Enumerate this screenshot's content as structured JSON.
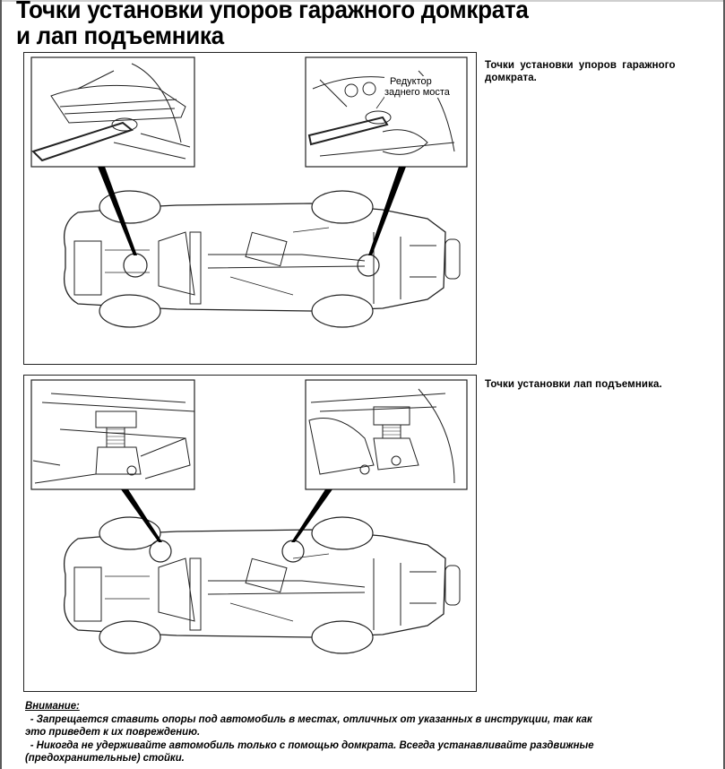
{
  "document": {
    "title_line1": "Точки установки упоров гаражного домкрата",
    "title_line2": "и лап подъемника"
  },
  "sections": [
    {
      "caption": "Точки установки упоров гаражного домкрата.",
      "figure": {
        "callout_label_line1": "Редуктор",
        "callout_label_line2": "заднего моста"
      }
    },
    {
      "caption": "Точки установки лап подъемника."
    }
  ],
  "warning": {
    "heading": "Внимание:",
    "items": [
      {
        "line1": "- Запрещается ставить опоры под автомобиль в местах, отличных от указанных в инструкции, так как",
        "line2": "это приведет к их повреждению."
      },
      {
        "line1": "- Никогда не удерживайте автомобиль только с помощью домкрата. Всегда устанавливайте раздвижные",
        "line2": "(предохранительные) стойки."
      }
    ]
  }
}
